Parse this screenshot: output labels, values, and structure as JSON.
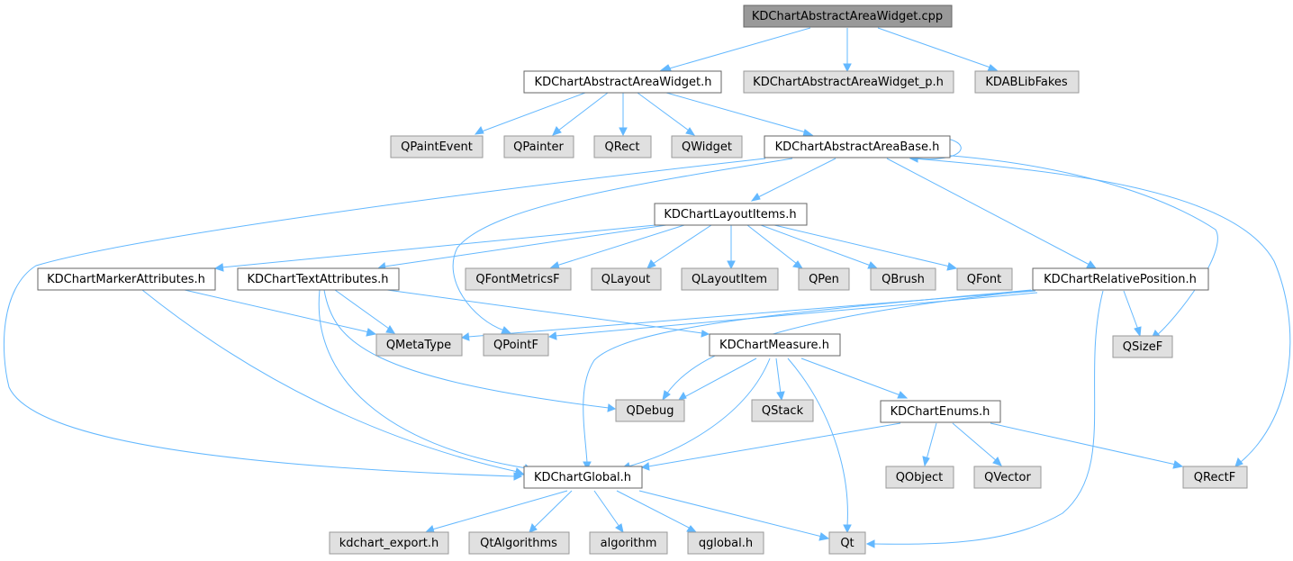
{
  "diagram": {
    "type": "include-dependency-graph",
    "colors": {
      "edge": "#63b8ff",
      "root_fill": "#999999",
      "local_fill": "#ffffff",
      "external_fill": "#e0e0e0",
      "border": "#666666"
    },
    "nodes": {
      "root": "KDChartAbstractAreaWidget.cpp",
      "area_widget_h": "KDChartAbstractAreaWidget.h",
      "area_widget_p_h": "KDChartAbstractAreaWidget_p.h",
      "kdablibfakes": "KDABLibFakes",
      "qpaintevent": "QPaintEvent",
      "qpainter": "QPainter",
      "qrect": "QRect",
      "qwidget": "QWidget",
      "area_base_h": "KDChartAbstractAreaBase.h",
      "layout_items_h": "KDChartLayoutItems.h",
      "marker_attributes_h": "KDChartMarkerAttributes.h",
      "text_attributes_h": "KDChartTextAttributes.h",
      "qfontmetricsf": "QFontMetricsF",
      "qlayout": "QLayout",
      "qlayoutitem": "QLayoutItem",
      "qpen": "QPen",
      "qbrush": "QBrush",
      "qfont": "QFont",
      "relative_position_h": "KDChartRelativePosition.h",
      "qmetatype": "QMetaType",
      "qpointf": "QPointF",
      "measure_h": "KDChartMeasure.h",
      "qsizef": "QSizeF",
      "qdebug": "QDebug",
      "qstack": "QStack",
      "enums_h": "KDChartEnums.h",
      "global_h": "KDChartGlobal.h",
      "qobject": "QObject",
      "qvector": "QVector",
      "qrectf": "QRectF",
      "kdchart_export_h": "kdchart_export.h",
      "qtalgorithms": "QtAlgorithms",
      "algorithm": "algorithm",
      "qglobal_h": "qglobal.h",
      "qt": "Qt"
    }
  }
}
